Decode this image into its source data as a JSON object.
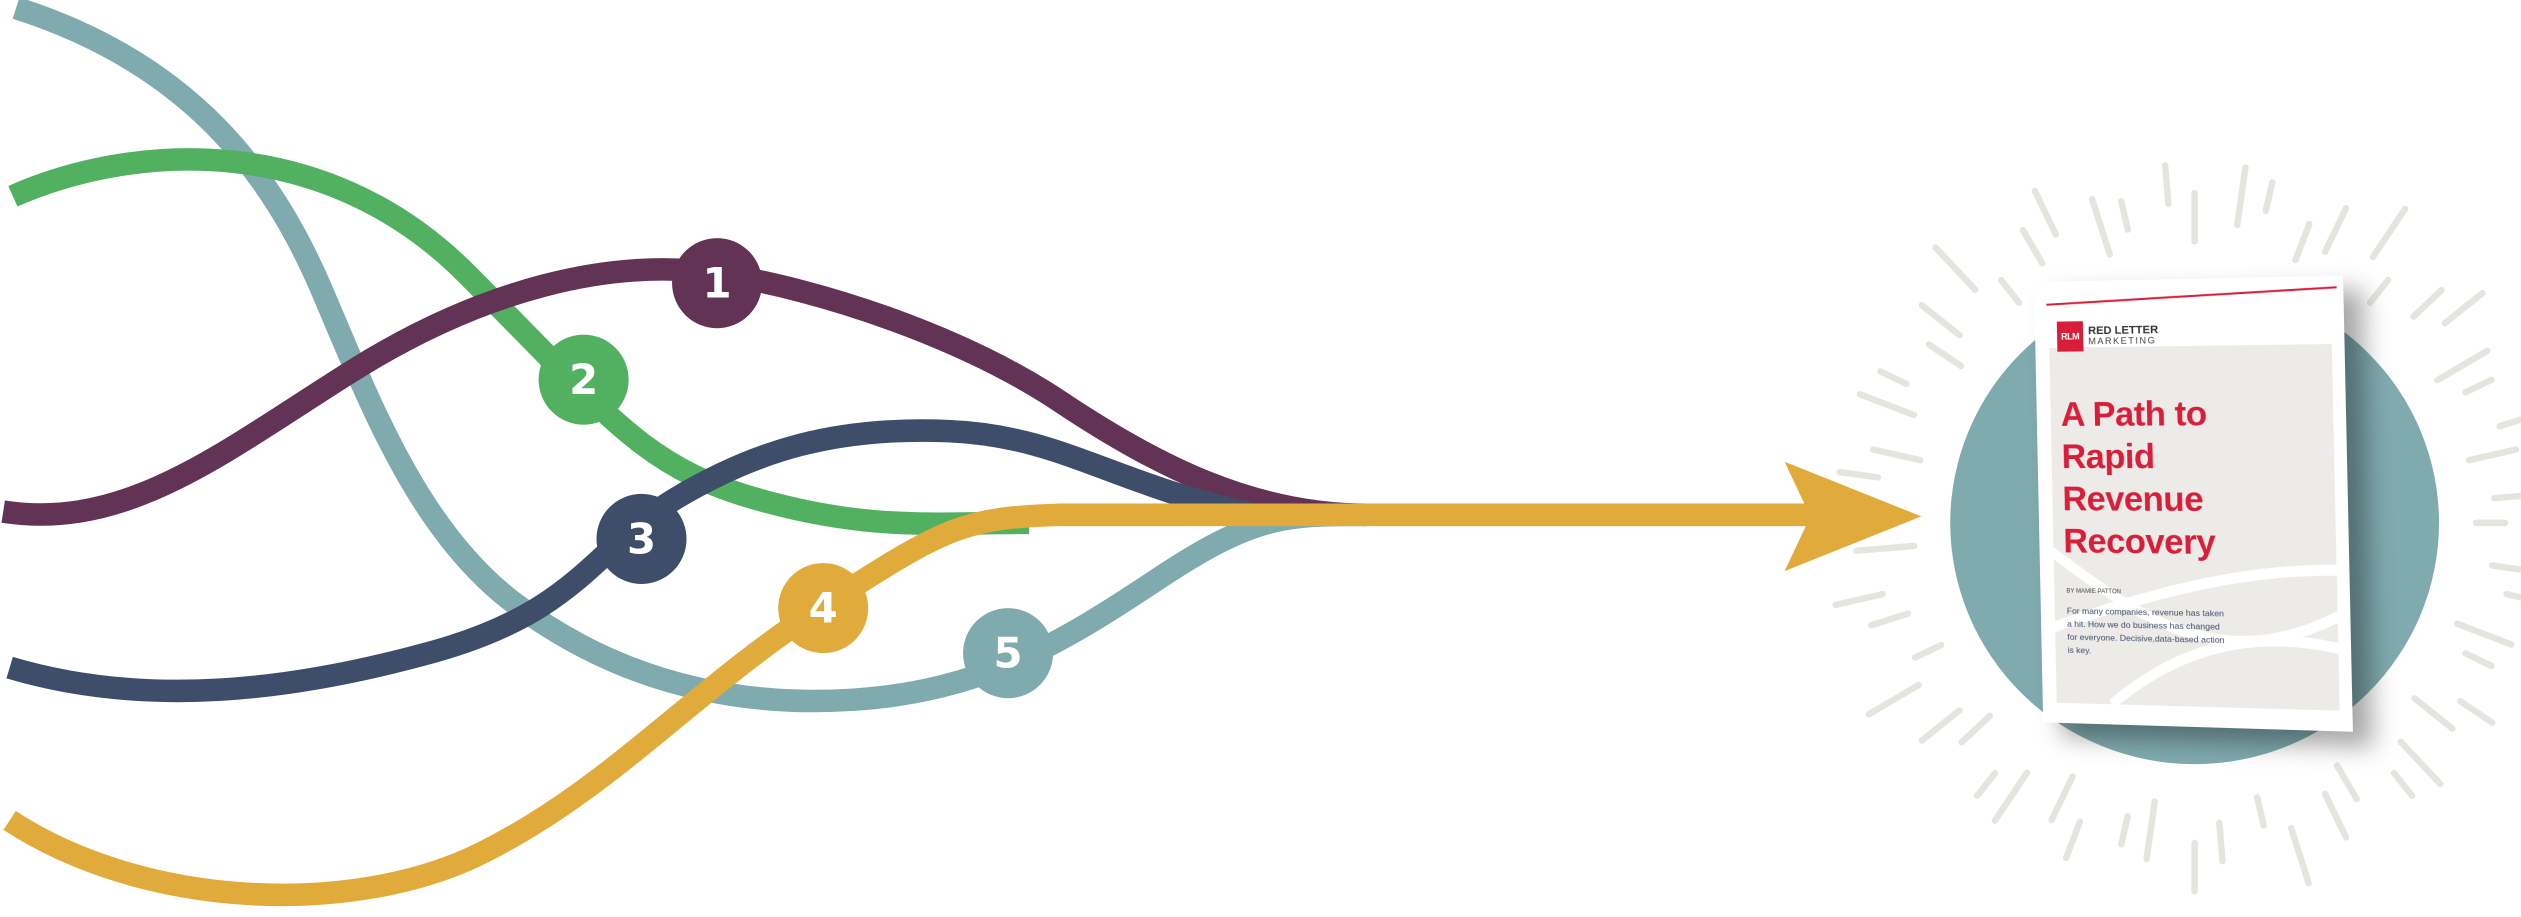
{
  "steps": [
    {
      "number": "1",
      "color": "#633356"
    },
    {
      "number": "2",
      "color": "#52B061"
    },
    {
      "number": "3",
      "color": "#3E4E6A"
    },
    {
      "number": "4",
      "color": "#E0AB3A"
    },
    {
      "number": "5",
      "color": "#7FAAAE"
    }
  ],
  "document": {
    "brand_line1": "RED LETTER",
    "brand_line2": "MARKETING",
    "brand_mark": "RLM",
    "title_lines": [
      "A Path to",
      "Rapid",
      "Revenue",
      "Recovery"
    ],
    "byline": "BY MAMIE PATTON",
    "blurb": "For many companies, revenue has taken a hit. How we do business has changed for everyone. Decisive,data-based action is key."
  },
  "colors": {
    "accent_red": "#D81E3A",
    "teal": "#7FAAAE",
    "ray": "#E6E4DE"
  }
}
